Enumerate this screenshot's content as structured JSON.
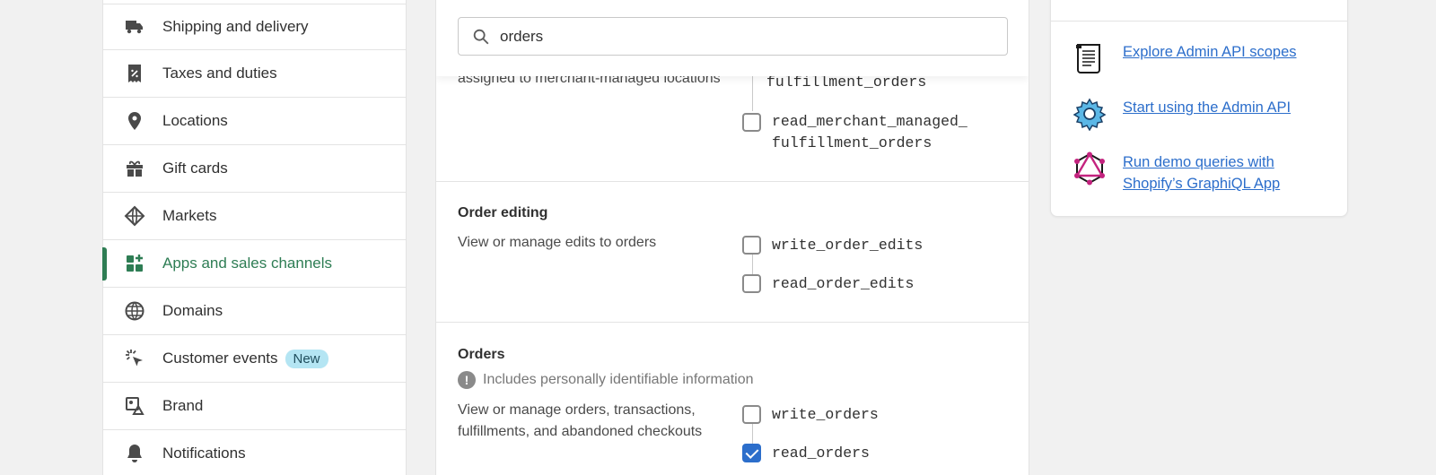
{
  "sidebar": {
    "items": [
      {
        "label": "Shipping and delivery",
        "icon": "truck-icon"
      },
      {
        "label": "Taxes and duties",
        "icon": "receipt-percent-icon"
      },
      {
        "label": "Locations",
        "icon": "location-pin-icon"
      },
      {
        "label": "Gift cards",
        "icon": "gift-icon"
      },
      {
        "label": "Markets",
        "icon": "globe-markets-icon"
      },
      {
        "label": "Apps and sales channels",
        "icon": "apps-icon",
        "active": true
      },
      {
        "label": "Domains",
        "icon": "globe-icon"
      },
      {
        "label": "Customer events",
        "icon": "cursor-click-icon",
        "badge": "New"
      },
      {
        "label": "Brand",
        "icon": "brand-image-icon"
      },
      {
        "label": "Notifications",
        "icon": "bell-icon"
      }
    ]
  },
  "search": {
    "value": "orders",
    "icon": "search-icon"
  },
  "sections": {
    "merchant_managed": {
      "desc": "assigned to merchant-managed locations",
      "scope_top_partial": "fulfillment_orders",
      "scope_read_line1": "read_merchant_managed_",
      "scope_read_line2": "fulfillment_orders"
    },
    "order_editing": {
      "title": "Order editing",
      "desc": "View or manage edits to orders",
      "scopes": [
        {
          "label": "write_order_edits",
          "checked": false
        },
        {
          "label": "read_order_edits",
          "checked": false
        }
      ]
    },
    "orders": {
      "title": "Orders",
      "pii_note": "Includes personally identifiable information",
      "pii_icon": "!",
      "desc": "View or manage orders, transactions, fulfillments, and abandoned checkouts",
      "scopes": [
        {
          "label": "write_orders",
          "checked": false
        },
        {
          "label": "read_orders",
          "checked": true
        }
      ]
    }
  },
  "resources": {
    "links": [
      {
        "label": "Explore Admin API scopes",
        "icon": "scroll-document-icon"
      },
      {
        "label": "Start using the Admin API",
        "icon": "gear-icon"
      },
      {
        "label": "Run demo queries with Shopify’s GraphiQL App",
        "icon": "graphiql-icon"
      }
    ]
  },
  "colors": {
    "accent": "#2e7d54",
    "link": "#2c6ecb",
    "badge_bg": "#b4e5f3"
  }
}
